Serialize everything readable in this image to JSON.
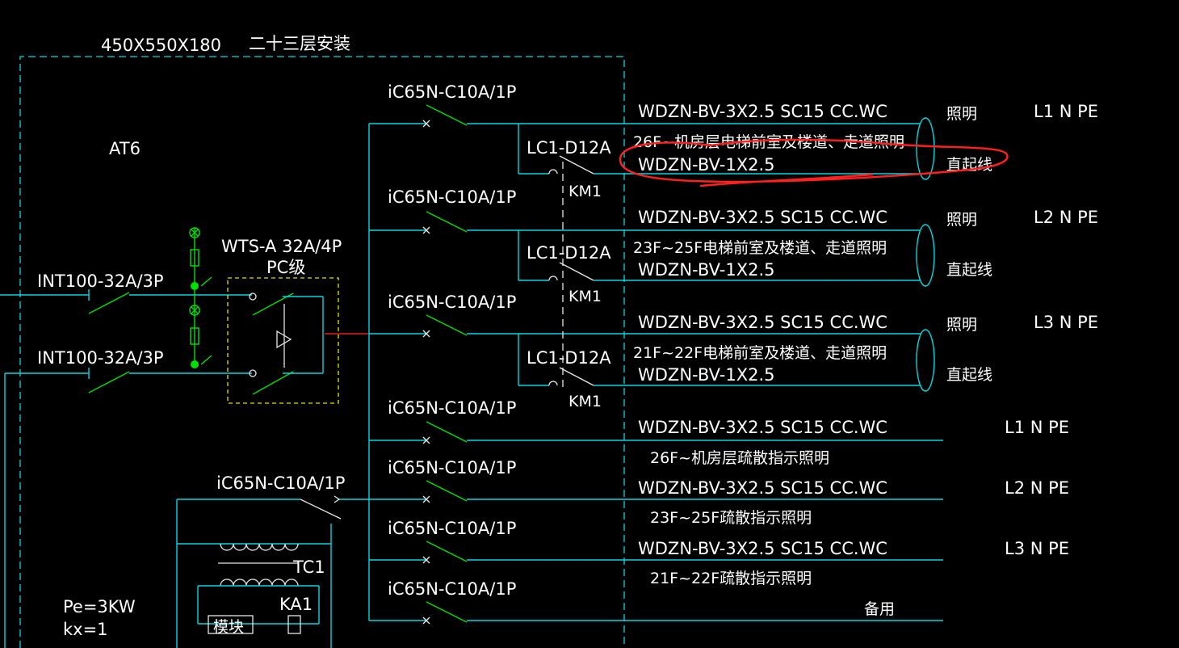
{
  "panel": {
    "dimensions": "450X550X180",
    "install_note": "二十三层安装",
    "name": "AT6",
    "pe": "Pe=3KW",
    "kx": "kx=1"
  },
  "incoming": {
    "breaker1": "INT100-32A/3P",
    "breaker2": "INT100-32A/3P",
    "ats_model": "WTS-A 32A/4P",
    "ats_grade": "PC级"
  },
  "control": {
    "breaker": "iC65N-C10A/1P",
    "transformer": "TC1",
    "relay": "KA1",
    "module": "模块"
  },
  "branch_breaker": "iC65N-C10A/1P",
  "contactor_model": "LC1-D12A",
  "contactor_tag": "KM1",
  "circuits": [
    {
      "cable": "WDZN-BV-3X2.5  SC15  CC.WC",
      "label": "照明",
      "phase": "L1  N  PE",
      "desc": "26F~机房层电梯前室及楼道、走道照明",
      "riser_cable": "WDZN-BV-1X2.5",
      "riser_label": "直起线"
    },
    {
      "cable": "WDZN-BV-3X2.5  SC15  CC.WC",
      "label": "照明",
      "phase": "L2  N  PE",
      "desc": "23F~25F电梯前室及楼道、走道照明",
      "riser_cable": "WDZN-BV-1X2.5",
      "riser_label": "直起线"
    },
    {
      "cable": "WDZN-BV-3X2.5  SC15  CC.WC",
      "label": "照明",
      "phase": "L3  N  PE",
      "desc": "21F~22F电梯前室及楼道、走道照明",
      "riser_cable": "WDZN-BV-1X2.5",
      "riser_label": "直起线"
    },
    {
      "cable": "WDZN-BV-3X2.5  SC15  CC.WC",
      "phase": "L1  N  PE",
      "desc": "26F~机房层疏散指示照明"
    },
    {
      "cable": "WDZN-BV-3X2.5  SC15  CC.WC",
      "phase": "L2  N  PE",
      "desc": "23F~25F疏散指示照明"
    },
    {
      "cable": "WDZN-BV-3X2.5  SC15  CC.WC",
      "phase": "L3  N  PE",
      "desc": "21F~22F疏散指示照明"
    },
    {
      "spare": "备用"
    }
  ],
  "colors": {
    "background": "#000000",
    "wire": "#00d8e0",
    "switch": "#00e000",
    "ats_box": "#e8e000",
    "annotation": "#ff2020",
    "text": "#ffffff"
  }
}
